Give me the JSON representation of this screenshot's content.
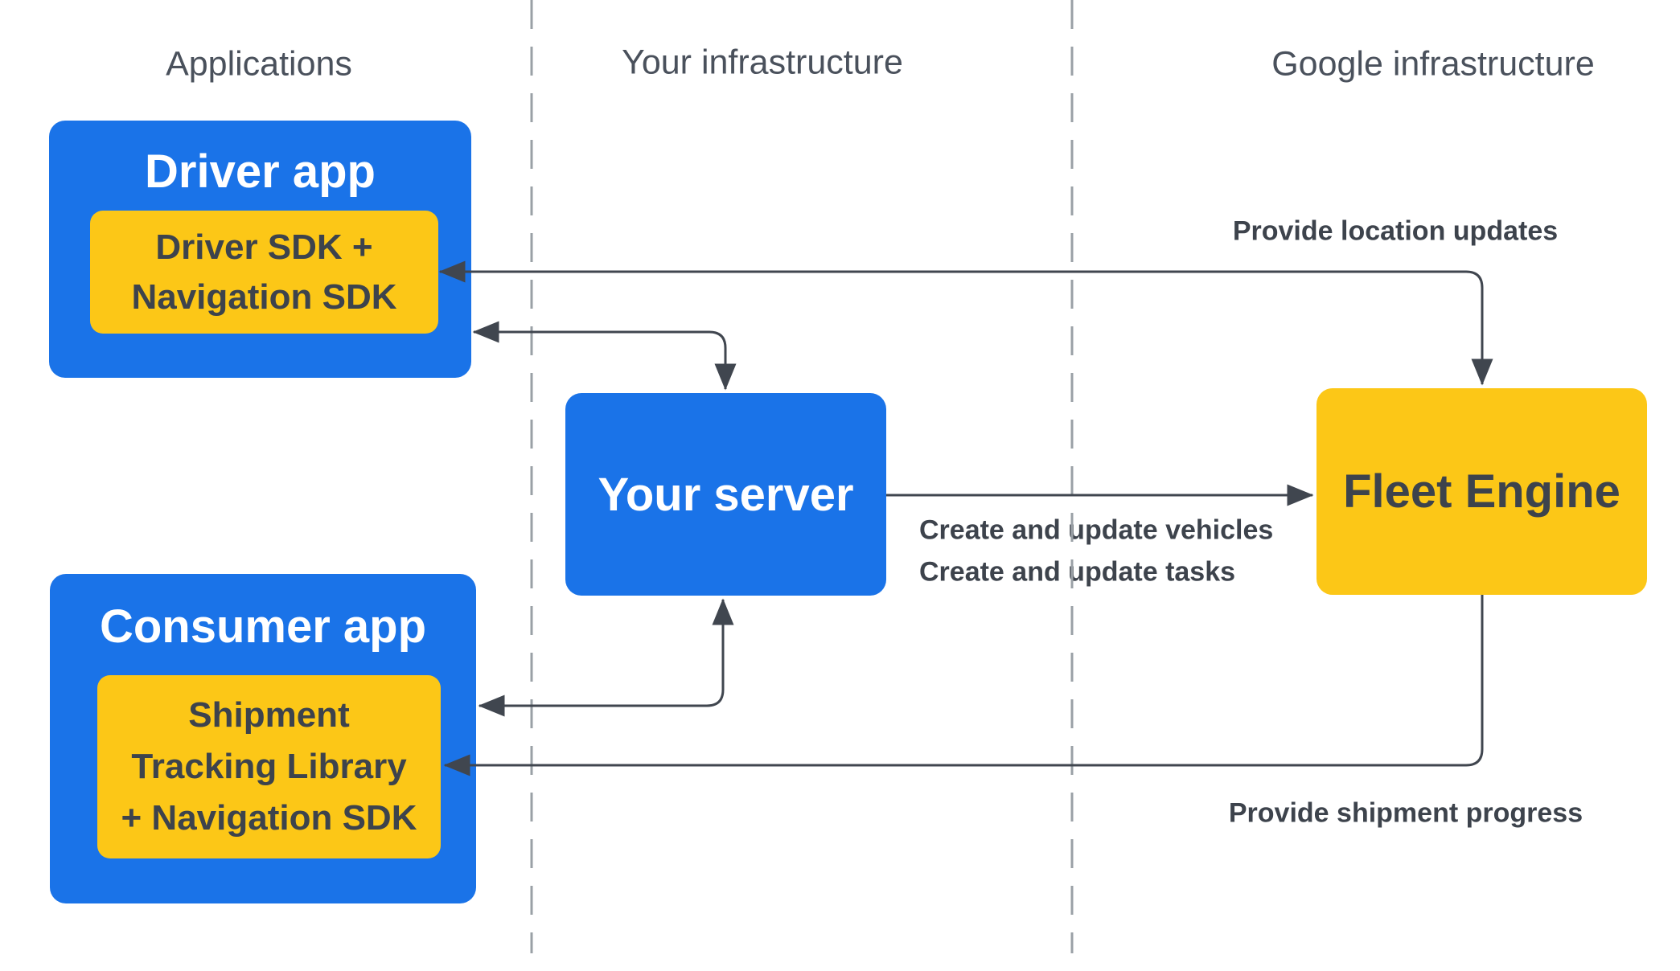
{
  "columns": [
    {
      "label": "Applications"
    },
    {
      "label": "Your infrastructure"
    },
    {
      "label": "Google infrastructure"
    }
  ],
  "nodes": {
    "driver_app": {
      "title": "Driver app",
      "sdk_lines": [
        "Driver SDK +",
        "Navigation SDK"
      ]
    },
    "consumer_app": {
      "title": "Consumer app",
      "sdk_lines": [
        "Shipment",
        "Tracking Library",
        "+ Navigation SDK"
      ]
    },
    "your_server": {
      "title": "Your server"
    },
    "fleet_engine": {
      "title": "Fleet Engine"
    }
  },
  "edge_labels": {
    "provide_location_updates": "Provide location updates",
    "create_update_vehicles": "Create and update vehicles",
    "create_update_tasks": "Create and update tasks",
    "provide_shipment_progress": "Provide shipment progress"
  },
  "colors": {
    "blue": "#1a73e8",
    "yellow": "#fcc717",
    "arrow": "#40464f",
    "dash": "#9aa0a6",
    "header_text": "#4a515c",
    "dark_text": "#3d434c",
    "white_text": "#ffffff"
  }
}
